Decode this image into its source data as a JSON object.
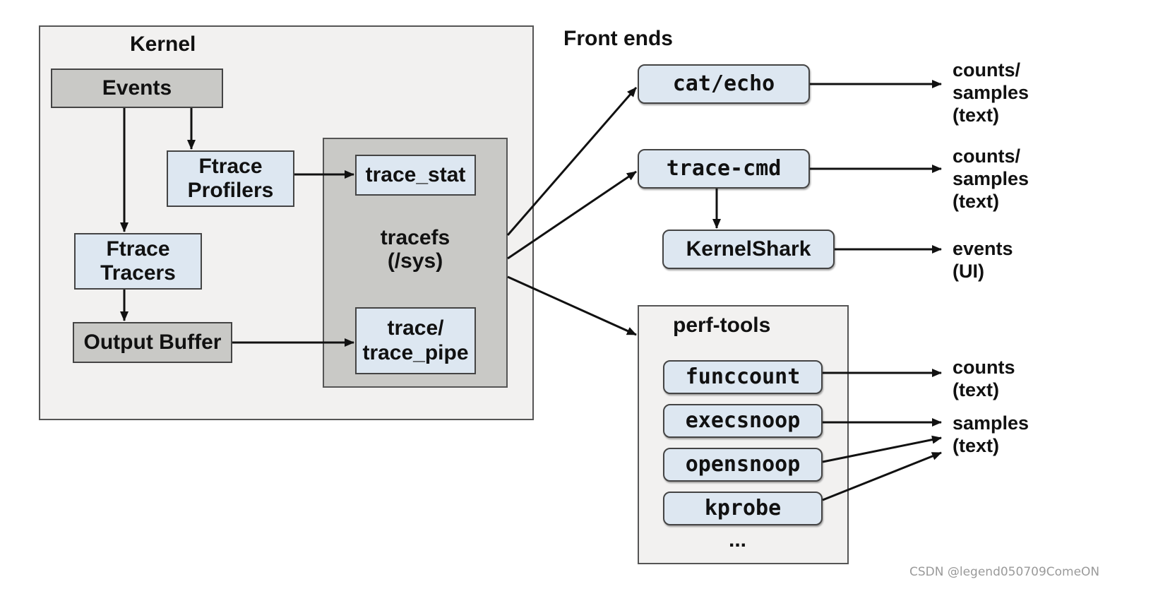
{
  "kernel": {
    "title": "Kernel",
    "events": "Events",
    "ftrace_profilers": "Ftrace\nProfilers",
    "ftrace_tracers": "Ftrace\nTracers",
    "output_buffer": "Output Buffer",
    "tracefs": {
      "label": "tracefs\n(/sys)",
      "trace_stat": "trace_stat",
      "trace_pipe": "trace/\ntrace_pipe"
    }
  },
  "front_ends": {
    "title": "Front ends",
    "cat_echo": "cat/echo",
    "trace_cmd": "trace-cmd",
    "kernelshark": "KernelShark",
    "perf_tools": {
      "title": "perf-tools",
      "items": [
        "funccount",
        "execsnoop",
        "opensnoop",
        "kprobe"
      ],
      "more": "..."
    }
  },
  "outputs": {
    "cat_echo": "counts/\nsamples\n(text)",
    "trace_cmd": "counts/\nsamples\n(text)",
    "kernelshark": "events\n(UI)",
    "funccount": "counts\n(text)",
    "samples": "samples\n(text)"
  },
  "watermark": "CSDN @legend050709ComeON",
  "colors": {
    "gray_box": "#c9c9c6",
    "light_box": "#dde7f1",
    "region_bg": "#f2f1f0",
    "stroke": "#444444"
  }
}
